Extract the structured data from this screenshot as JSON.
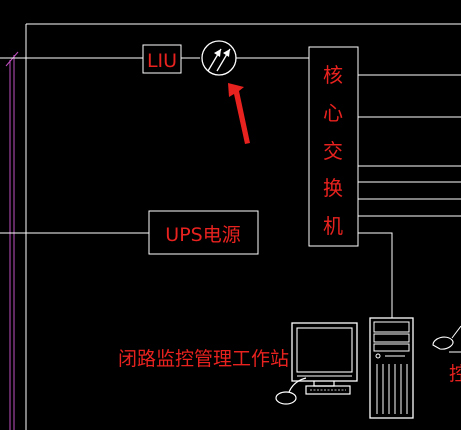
{
  "diagram": {
    "liu_label": "LIU",
    "ups_label": "UPS电源",
    "core_switch_chars": [
      "核",
      "心",
      "交",
      "换",
      "机"
    ],
    "workstation_label": "闭路监控管理工作站",
    "partial_edge_char": "控"
  },
  "colors": {
    "background": "#000000",
    "line": "#ffffff",
    "text": "#e8221f",
    "magenta": "#c050c0",
    "arrow": "#e8221f"
  }
}
